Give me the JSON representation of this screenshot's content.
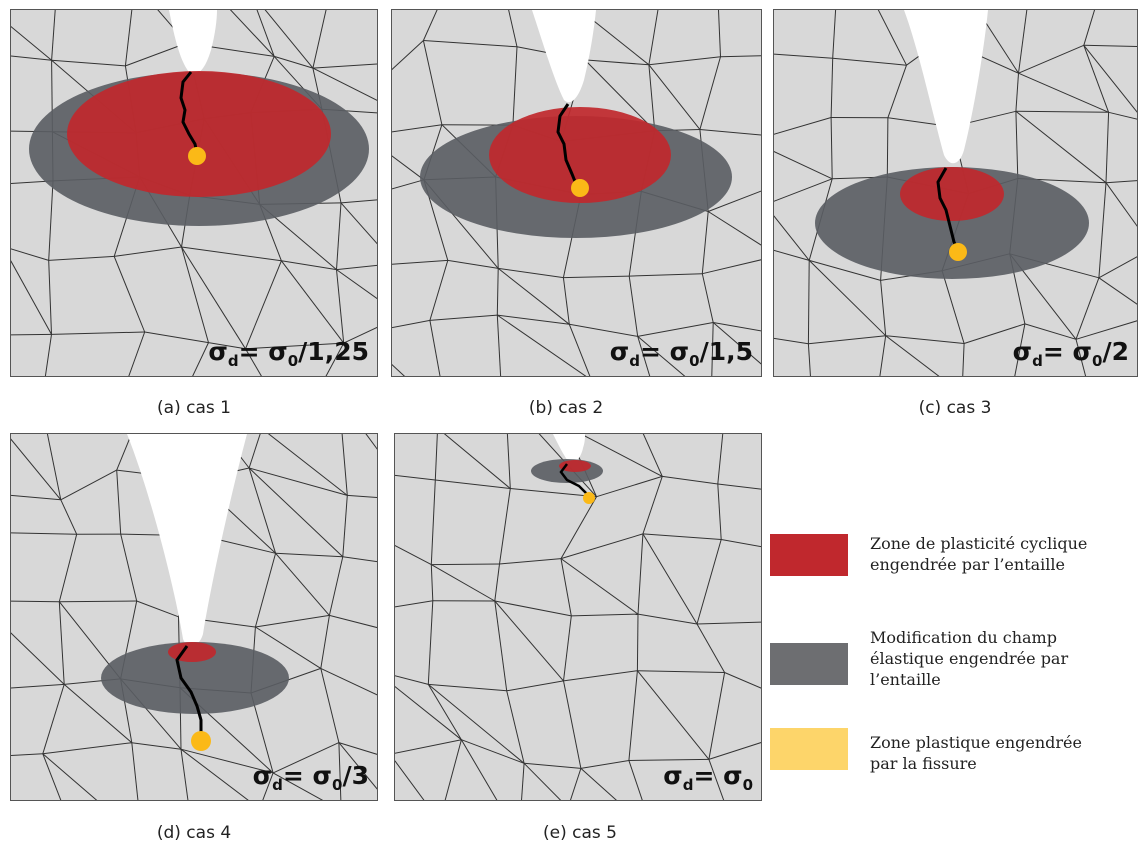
{
  "colors": {
    "grain": "#d8d8d8",
    "grain_boundary": "#333333",
    "notch": "#ffffff",
    "cyclic_plastic_zone": "#c0282d",
    "elastic_field_zone": "#5a5d63",
    "crack_plastic_zone": "#fbb917",
    "crack": "#000000"
  },
  "panels": [
    {
      "id": "a",
      "caption": "(a) cas 1",
      "formula": "σd= σ0/1,25"
    },
    {
      "id": "b",
      "caption": "(b) cas 2",
      "formula": "σd= σ0/1,5"
    },
    {
      "id": "c",
      "caption": "(c) cas 3",
      "formula": "σd= σ0/2"
    },
    {
      "id": "d",
      "caption": "(d) cas 4",
      "formula": "σd= σ0/3"
    },
    {
      "id": "e",
      "caption": "(e) cas 5",
      "formula": "σd= σ0"
    }
  ],
  "legend": [
    {
      "color": "#c0282d",
      "lines": [
        "Zone de plasticité cyclique",
        "engendrée par l’entaille"
      ]
    },
    {
      "color": "#6d6e71",
      "lines": [
        "Modification du champ",
        "élastique engendrée par",
        "l’entaille"
      ]
    },
    {
      "color": "#fdd56a",
      "lines": [
        "Zone plastique engendrée",
        "par la fissure"
      ]
    }
  ]
}
